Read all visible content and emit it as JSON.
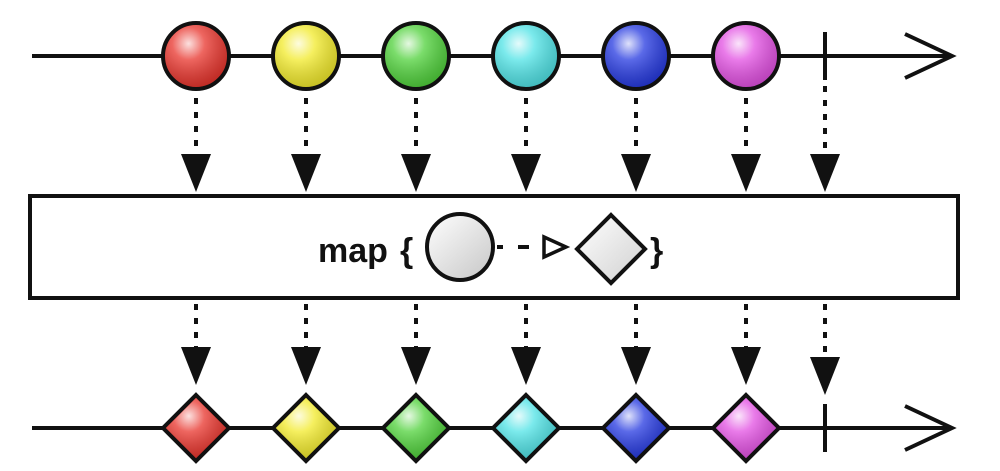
{
  "operator": {
    "name": "map",
    "open_brace": "{",
    "close_brace": "}"
  },
  "marbles": [
    {
      "color": "red",
      "fill": "#e8332b"
    },
    {
      "color": "yellow",
      "fill": "#f2ea2a"
    },
    {
      "color": "green",
      "fill": "#4fd13a"
    },
    {
      "color": "cyan",
      "fill": "#4fe3e6"
    },
    {
      "color": "blue",
      "fill": "#2438e0"
    },
    {
      "color": "magenta",
      "fill": "#e24fe2"
    }
  ],
  "shapes": {
    "input": "circle",
    "output": "diamond"
  },
  "colors": {
    "stroke": "#111111",
    "box_fill": "#ffffff",
    "background": "#ffffff"
  }
}
